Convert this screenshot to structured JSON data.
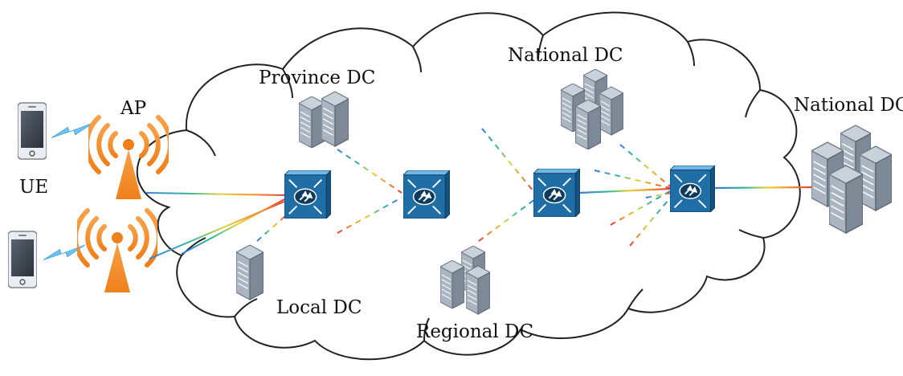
{
  "labels": {
    "ue": "UE",
    "ap": "AP",
    "province_dc": "Province DC",
    "national_dc_cloud": "National DC",
    "national_dc_outside": "National DC",
    "local_dc": "Local DC",
    "regional_dc": "Regional DC"
  },
  "colors": {
    "antenna": "#F28A1E",
    "signal": "#5BB8F0",
    "switch_face": "#1F6FA6",
    "switch_top": "#4FA3D8",
    "server": "#8E9AA8",
    "cloud_stroke": "#222222"
  },
  "icons": {
    "ue": "smartphone-icon",
    "ap": "antenna-icon",
    "switch": "network-switch-icon",
    "dc": "server-rack-icon"
  }
}
